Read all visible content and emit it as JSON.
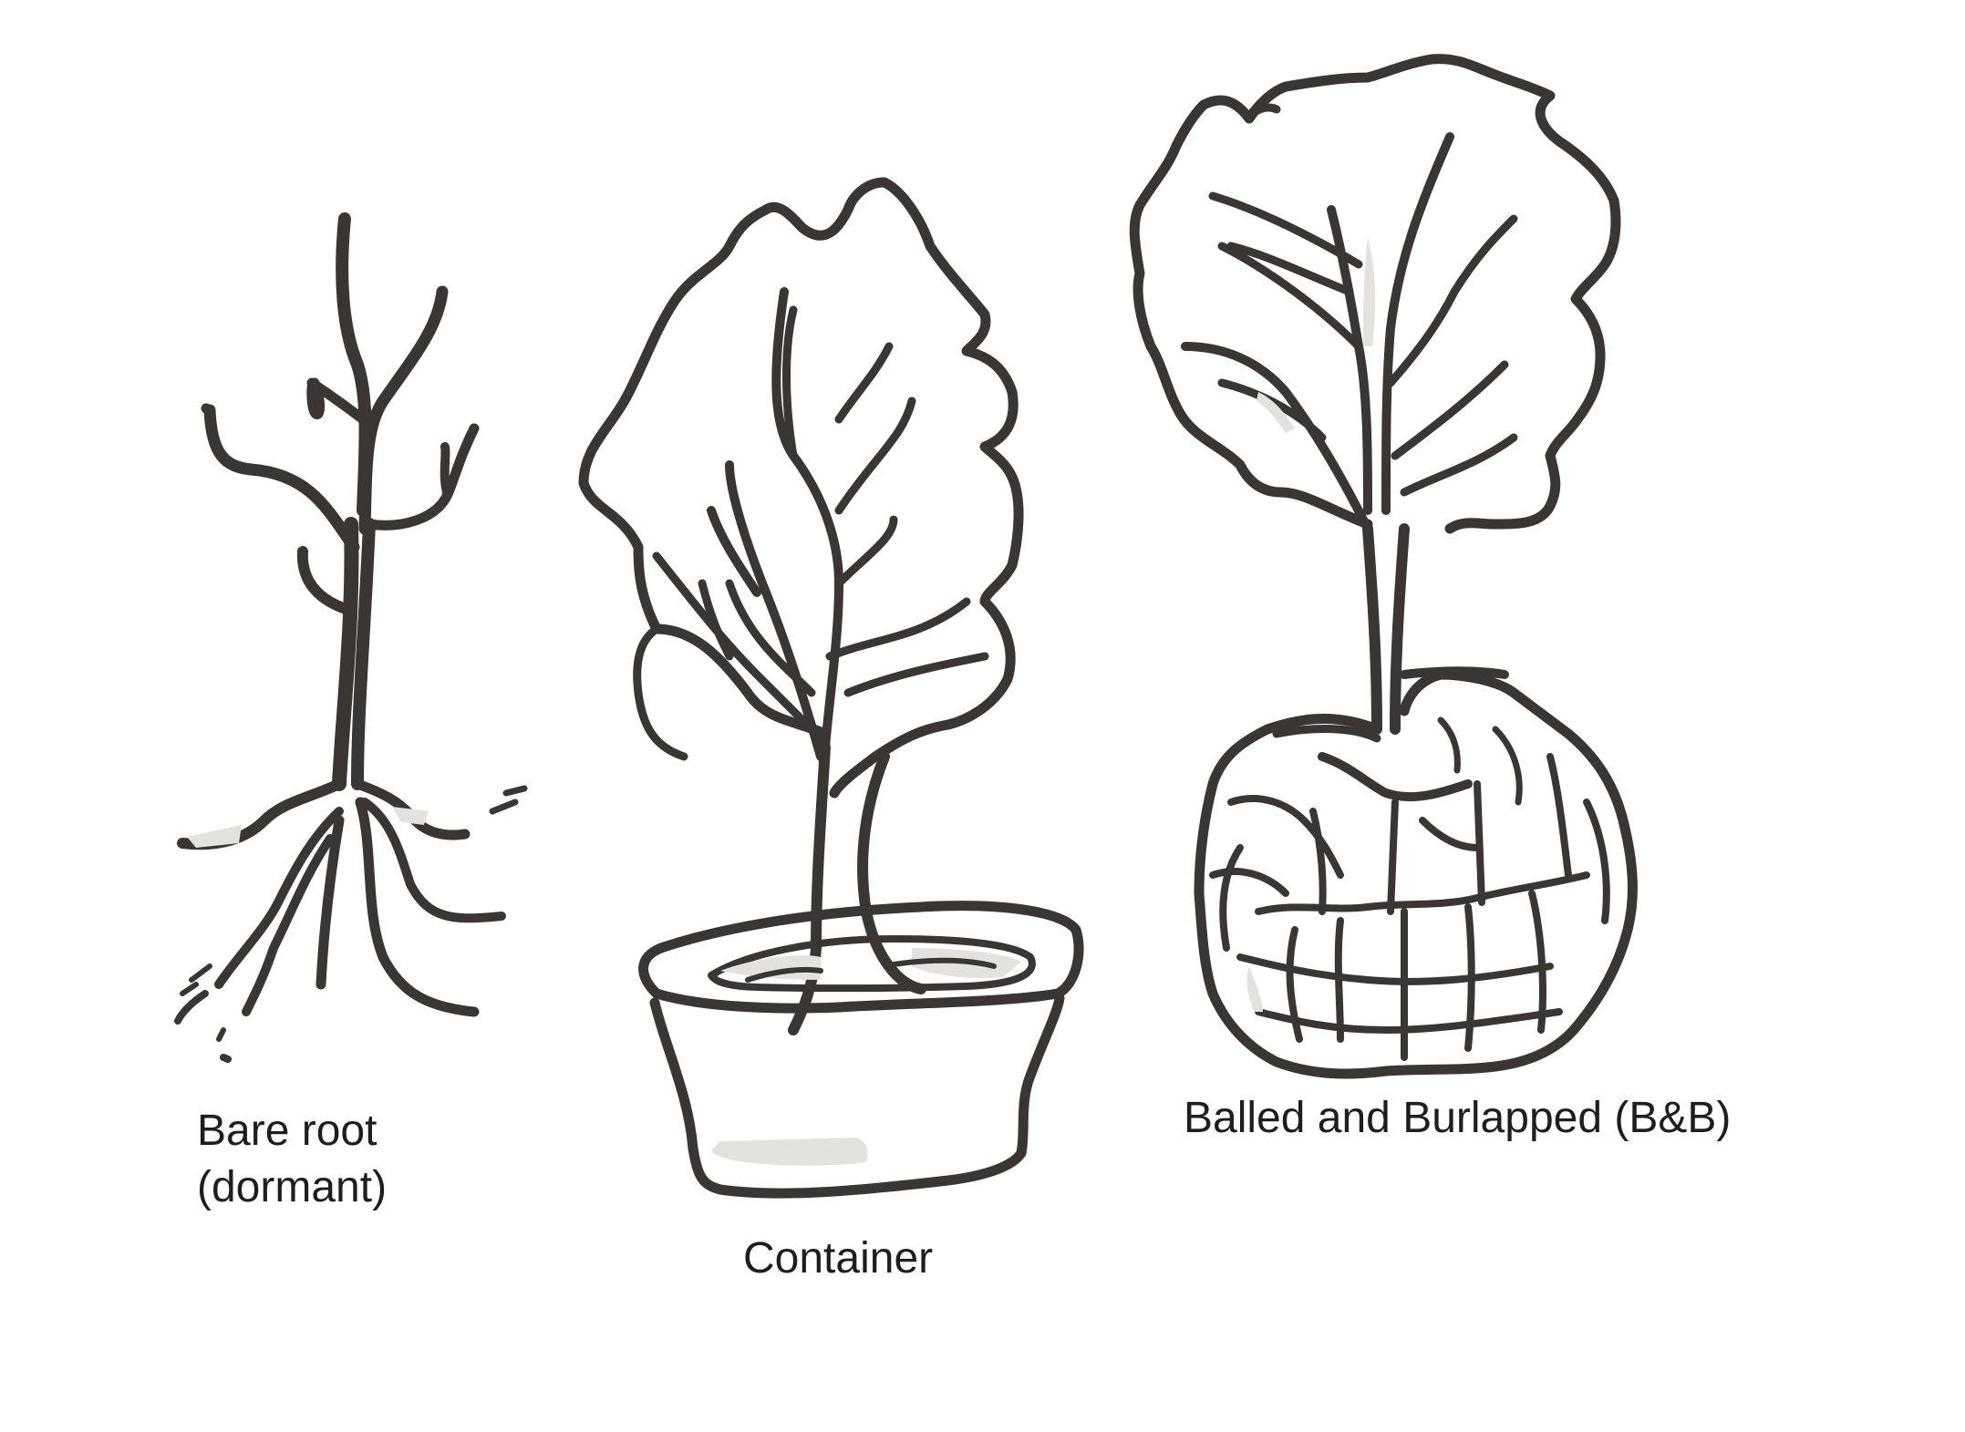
{
  "palette": {
    "ink": "#3a3634",
    "shade": "#e4e2de",
    "background": "#ffffff",
    "text": "#1e1e1e"
  },
  "figures": [
    {
      "id": "bare-root",
      "label_lines": [
        "Bare root",
        "(dormant)"
      ]
    },
    {
      "id": "container",
      "label_lines": [
        "Container"
      ]
    },
    {
      "id": "balled-and-burlapped",
      "label_lines": [
        "Balled and Burlapped (B&B)"
      ]
    }
  ]
}
